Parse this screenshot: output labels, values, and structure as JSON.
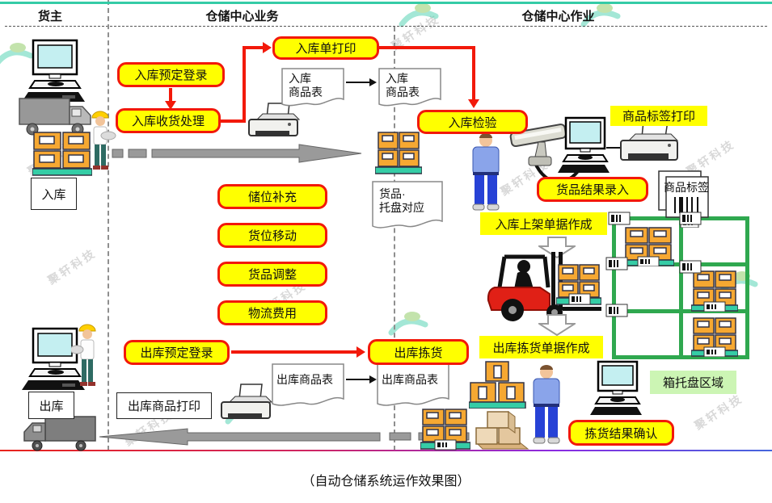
{
  "header": {
    "col_owner": "货主",
    "col_business": "仓储中心业务",
    "col_operation": "仓储中心作业"
  },
  "caption": "（自动仓储系统运作效果图）",
  "watermark": {
    "text": "聚轩科技"
  },
  "process": {
    "inbound_register": "入库预定登录",
    "inbound_receive": "入库收货处理",
    "inbound_order_print": "入库单打印",
    "inbound_check": "入库检验",
    "storage_replenish": "储位补充",
    "location_move": "货位移动",
    "goods_adjust": "货品调整",
    "logistics_fee": "物流费用",
    "result_entry": "货品结果录入",
    "label_print": "商品标签打印",
    "shelf_doc_create": "入库上架单据作成",
    "outbound_register": "出库预定登录",
    "outbound_pick": "出库拣货",
    "pick_doc_create": "出库拣货单据作成",
    "pick_confirm": "拣货结果确认",
    "outbound_goods_print": "出库商品打印"
  },
  "labels": {
    "inbound": "入库",
    "outbound": "出库",
    "box_pallet_area": "箱托盘区域",
    "product_label": "商品标签"
  },
  "documents": {
    "inbound_list": {
      "line1": "入库",
      "line2": "商品表"
    },
    "pallet_map": {
      "line1": "货品·",
      "line2": "托盘对应"
    },
    "outbound_list": "出库商品表"
  },
  "icons": [
    "desktop-computer",
    "truck",
    "worker-hardhat",
    "worker-blue",
    "pallet",
    "printer",
    "barcode-scanner",
    "forklift",
    "cardboard-boxes",
    "barcode-label",
    "rack-grid",
    "hollow-arrow",
    "brand-swirl"
  ],
  "colors": {
    "highlight_yellow": "#ffff00",
    "alert_red": "#f2190a",
    "rack_green": "#2fa84f",
    "pallet_teal": "#35cda6",
    "box_orange": "#f6a832",
    "area_green_bg": "#ccf5b4",
    "top_line_teal": "#35cba6",
    "arrow_gray": "#9a9a9a"
  }
}
